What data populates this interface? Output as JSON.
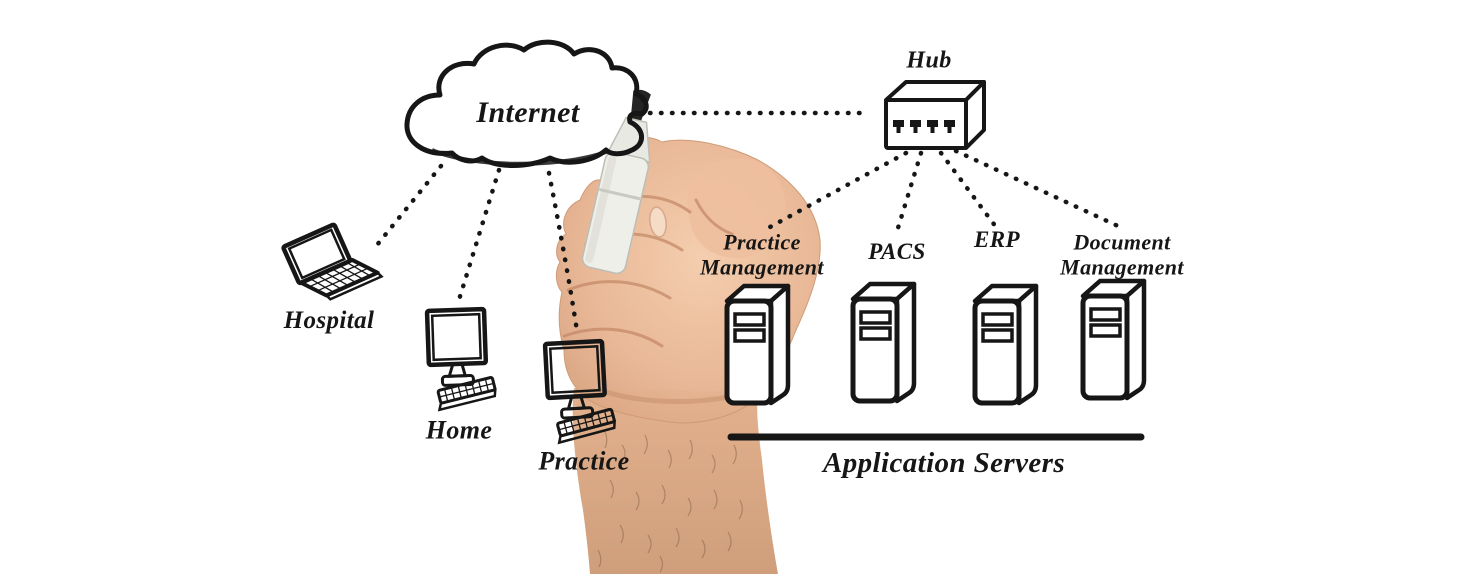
{
  "colors": {
    "ink": "#161616",
    "background": "#ffffff",
    "skin_light": "#f2c9a8",
    "skin_mid": "#e0ac89",
    "skin_dark": "#c4926e",
    "marker_body": "#efefe9",
    "marker_tip": "#242424"
  },
  "diagram": {
    "internet_label": "Internet",
    "hub_label": "Hub",
    "clients": [
      {
        "label": "Hospital",
        "device": "laptop-icon"
      },
      {
        "label": "Home",
        "device": "desktop-icon"
      },
      {
        "label": "Practice",
        "device": "desktop-icon"
      }
    ],
    "servers": [
      {
        "label": "Practice\nManagement"
      },
      {
        "label": "PACS"
      },
      {
        "label": "ERP"
      },
      {
        "label": "Document\nManagement"
      }
    ],
    "server_group_label": "Application Servers",
    "connections": [
      {
        "from": "Internet",
        "to": "Hospital",
        "style": "dotted"
      },
      {
        "from": "Internet",
        "to": "Home",
        "style": "dotted"
      },
      {
        "from": "Internet",
        "to": "Practice",
        "style": "dotted"
      },
      {
        "from": "Internet",
        "to": "Hub",
        "style": "dotted"
      },
      {
        "from": "Hub",
        "to": "Practice Management",
        "style": "dotted"
      },
      {
        "from": "Hub",
        "to": "PACS",
        "style": "dotted"
      },
      {
        "from": "Hub",
        "to": "ERP",
        "style": "dotted"
      },
      {
        "from": "Hub",
        "to": "Document Management",
        "style": "dotted"
      }
    ]
  }
}
